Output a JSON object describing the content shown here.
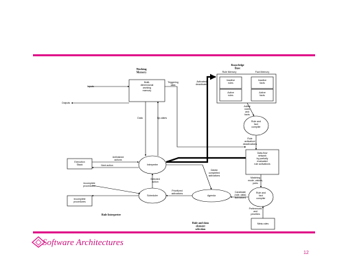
{
  "colors": {
    "accent": "#e0168a",
    "accent_text": "#c8127d",
    "ink": "#000000"
  },
  "diagram": {
    "section_working_memory": [
      "Working",
      "Memory"
    ],
    "section_knowledge_base": [
      "Knowledge",
      "Base"
    ],
    "label_rule_memory": "Rule Memory",
    "label_fact_memory": "Fact Memory",
    "box_wm": [
      "Multi-",
      "dimensional",
      "working",
      "memory"
    ],
    "box_inactive_rules": [
      "Inactive",
      "rules"
    ],
    "box_active_rules": [
      "Active",
      "rules"
    ],
    "box_inactive_facts": [
      "Inactive",
      "facts"
    ],
    "box_active_facts": [
      "Active",
      "facts"
    ],
    "circle_rule_fact_compiler": [
      "Rule and",
      "fact",
      "compiler"
    ],
    "box_network": [
      "Data-flow",
      "network",
      "by partially",
      "evaluated",
      "rule activations"
    ],
    "circle_rule_fact_compiler_2": [
      "Rule and",
      "fact",
      "compiler"
    ],
    "box_meta_rules": "Meta-rules",
    "circle_interpreter": "Interpreter",
    "box_execution_stack": [
      "Execution",
      "Stack"
    ],
    "box_incomplete": [
      "Incomplete",
      "procedures"
    ],
    "circle_scheduler": "Scheduler",
    "box_agenda": "Agenda",
    "label_inputs": "Inputs",
    "label_outputs": "Outputs",
    "label_triggering": [
      "Triggering",
      "data"
    ],
    "label_activated_deactivated": [
      "Activated/",
      "deactivated"
    ],
    "label_data": "Data",
    "label_updates": "Up-dates",
    "label_active_rules_facts": [
      "Active",
      "rules",
      "and",
      "facts"
    ],
    "label_rule_activation": [
      "Rule",
      "activation/",
      "deactivations"
    ],
    "label_matching": [
      "Matching",
      "mode, values,",
      "pairs"
    ],
    "label_candidate": [
      "Candidate",
      "(rule, data)",
      "activations"
    ],
    "label_preferences": [
      "Preferences",
      "and",
      "priorities"
    ],
    "label_prioritized": [
      "Prioritized",
      "activations"
    ],
    "label_delete_completed": [
      "Delete",
      "completed",
      "activations"
    ],
    "label_unfinished": [
      "Unfinished",
      "actions"
    ],
    "label_next_action": "Next action",
    "label_selected": [
      "Selected",
      "action"
    ],
    "label_incomplete_rules": [
      "Incomplete",
      "procedures"
    ],
    "section_rule_interpreter": "Rule Interpreter",
    "section_rule_data": [
      "Rule and data",
      "element",
      "selection"
    ]
  },
  "footer": {
    "title": "Software Architectures",
    "page_number": "12"
  }
}
